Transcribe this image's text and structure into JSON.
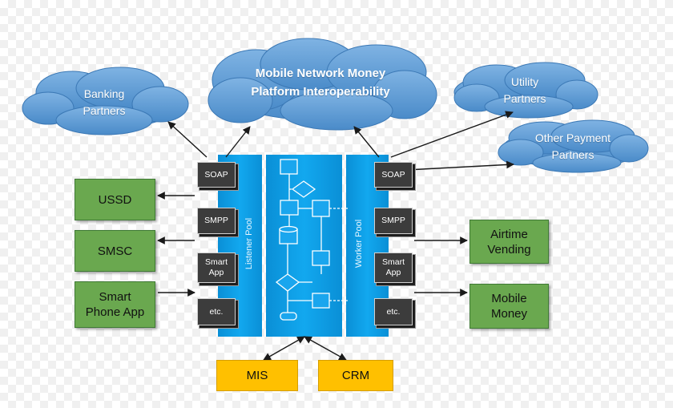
{
  "clouds": {
    "platform": "Mobile Network Money\nPlatform Interoperability",
    "banking": "Banking\nPartners",
    "utility": "Utility\nPartners",
    "other_payment": "Other Payment\nPartners"
  },
  "channels": {
    "ussd": "USSD",
    "smsc": "SMSC",
    "smart_phone_app": "Smart\nPhone App"
  },
  "services": {
    "airtime_vending": "Airtime\nVending",
    "mobile_money": "Mobile\nMoney"
  },
  "listener_pool": {
    "label": "Listener Pool",
    "protocols": [
      "SOAP",
      "SMPP",
      "Smart\nApp",
      "etc."
    ]
  },
  "worker_pool": {
    "label": "Worker Pool",
    "protocols": [
      "SOAP",
      "SMPP",
      "Smart\nApp",
      "etc."
    ]
  },
  "backend": {
    "mis": "MIS",
    "crm": "CRM"
  },
  "colors": {
    "cloud": "#5b9bd5",
    "pool_blue": "#0b9be3",
    "green": "#6aa84f",
    "yellow": "#ffc000"
  }
}
